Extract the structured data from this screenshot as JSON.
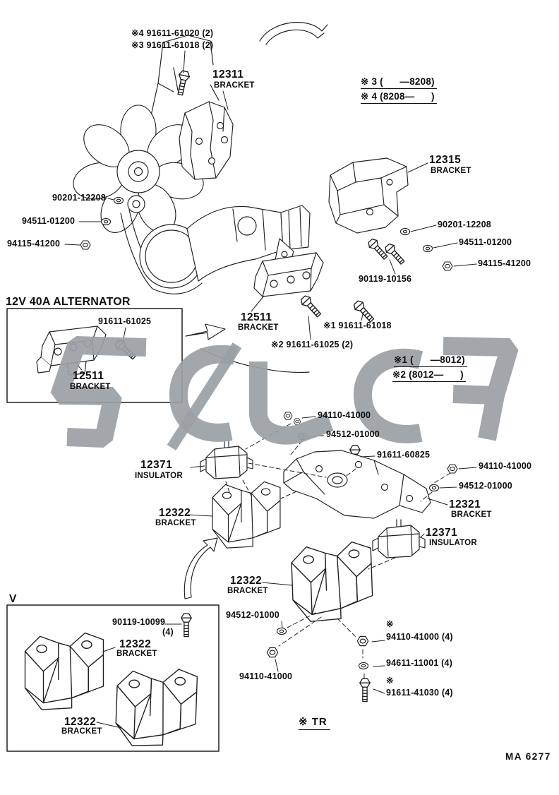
{
  "colors": {
    "ink": "#1f1f1f",
    "watermark": "#9ba0a5",
    "background": "#ffffff"
  },
  "labels": {
    "bolt_61020_note": "※4 91611-61020 (2)",
    "bolt_61018_note": "※3 91611-61018 (2)",
    "p12311_num": "12311",
    "p12311_name": "BRACKET",
    "range_8208_a": "※ 3 (      —8208)",
    "range_8208_b": "※ 4 (8208—      )",
    "p12315_num": "12315",
    "p12315_name": "BRACKET",
    "w90201_left": "90201-12208",
    "w94511_left": "94511-01200",
    "n94115_left": "94115-41200",
    "w90201_right": "90201-12208",
    "w94511_right": "94511-01200",
    "n94115_right": "94115-41200",
    "b90119_10156": "90119-10156",
    "alt_box_title": "12V 40A ALTERNATOR",
    "b61025_inset": "91611-61025",
    "p12511_inset_num": "12511",
    "p12511_inset_name": "BRACKET",
    "p12511_num": "12511",
    "p12511_name": "BRACKET",
    "b61018_mid": "※1 91611-61018",
    "b61025_mid": "※2 91611-61025 (2)",
    "range_8012_a": "※1 (      —8012)",
    "range_8012_b": "※2 (8012—      )",
    "n94110_mid": "94110-41000",
    "w94512_mid": "94512-01000",
    "b60825": "91611-60825",
    "n94110_right": "94110-41000",
    "w94512_right": "94512-01000",
    "p12371L_num": "12371",
    "p12371L_name": "INSULATOR",
    "p12322U_num": "12322",
    "p12322U_name": "BRACKET",
    "p12321_num": "12321",
    "p12321_name": "BRACKET",
    "p12371R_num": "12371",
    "p12371R_name": "INSULATOR",
    "p12322M_num": "12322",
    "p12322M_name": "BRACKET",
    "v_label": "V",
    "b90119_10099": "90119-10099",
    "b90119_10099_qty": "(4)",
    "p12322B1_num": "12322",
    "p12322B1_name": "BRACKET",
    "w94512_bottom": "94512-01000",
    "n94110_bottom": "94110-41000",
    "p12322B2_num": "12322",
    "p12322B2_name": "BRACKET",
    "star_a": "※",
    "n94110_qty4": "94110-41000 (4)",
    "w94611": "94611-11001 (4)",
    "star_b": "※",
    "b41030": "91611-41030 (4)",
    "tr_note": "※ TR",
    "doc_code": "MA 6277"
  }
}
